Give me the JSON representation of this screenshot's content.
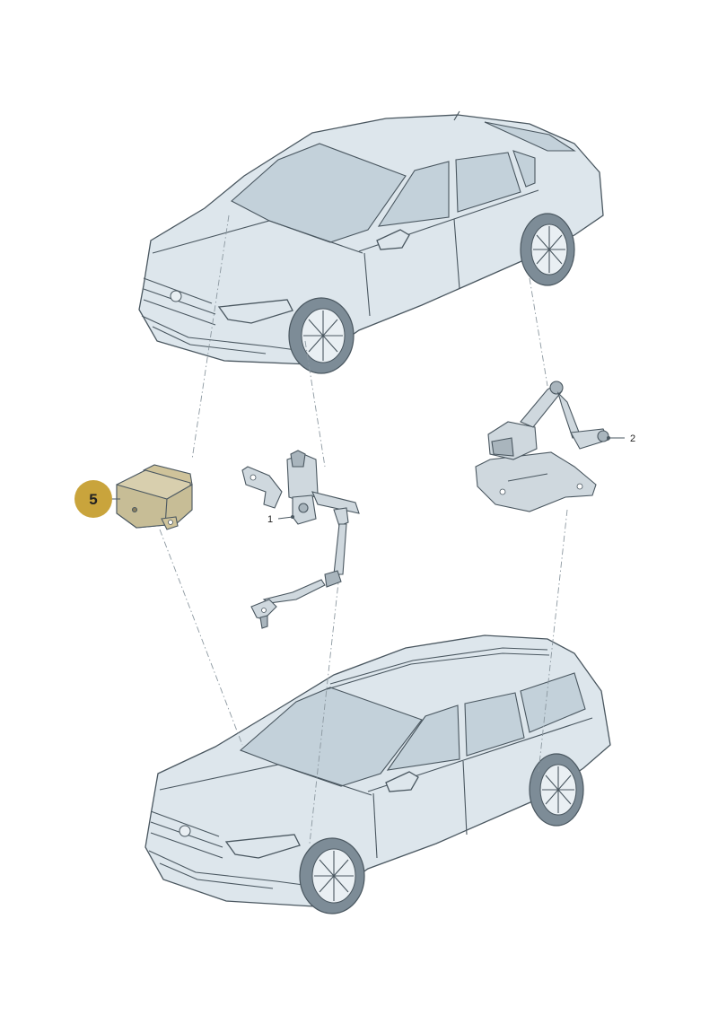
{
  "colors": {
    "car_body": "#dde6ec",
    "glass": "#c3d1da",
    "outline": "#4a5760",
    "part": "#cfd8de",
    "highlight_part": "#d8cfae",
    "badge": "#c9a43c"
  },
  "diagram": {
    "callouts": {
      "part_1": "1",
      "part_2": "2",
      "part_5": "5"
    }
  }
}
